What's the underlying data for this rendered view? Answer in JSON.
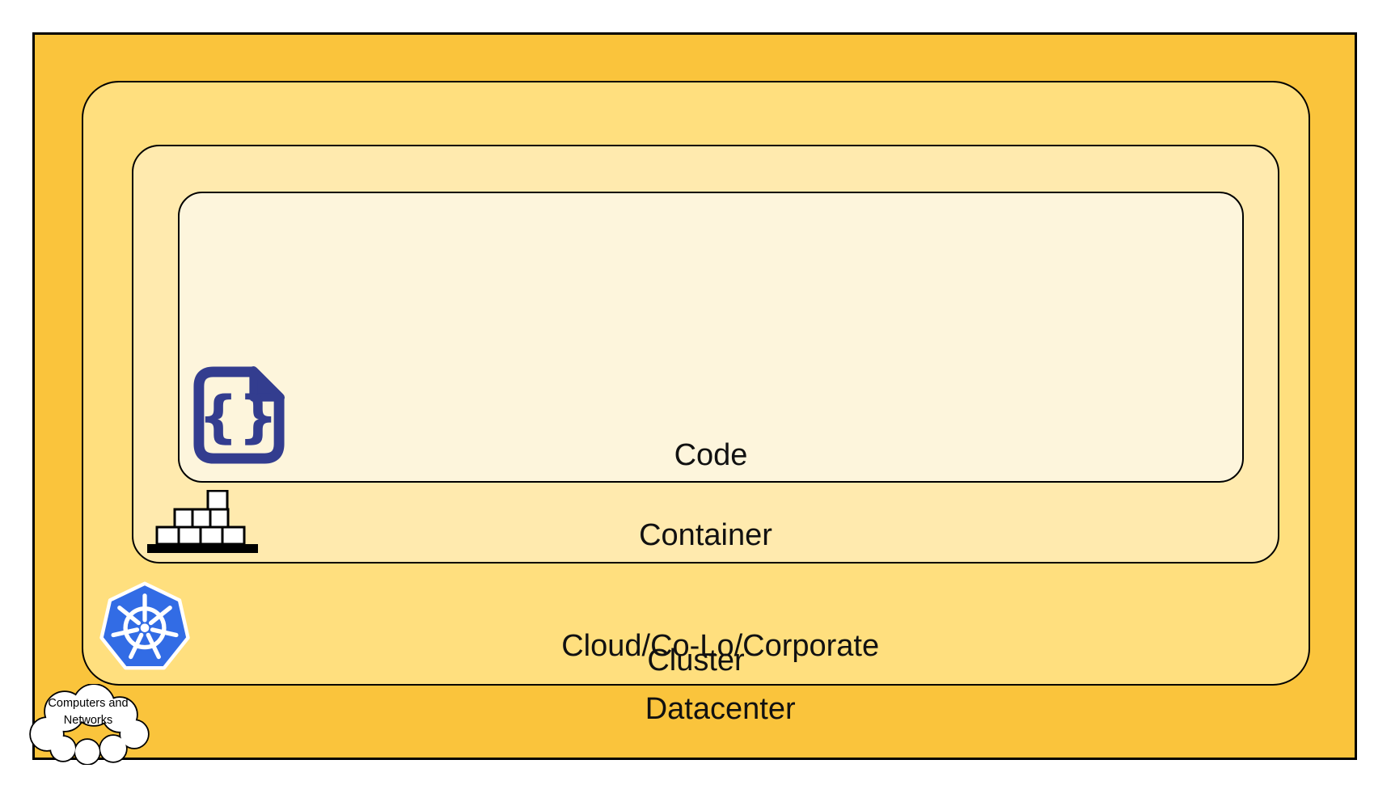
{
  "diagram": {
    "type": "nested-layers",
    "layers": [
      {
        "id": "datacenter",
        "label_lines": [
          "Cloud/Co-Lo/Corporate",
          "Datacenter"
        ],
        "fill": "#FAC43C",
        "icon": "cloud"
      },
      {
        "id": "cluster",
        "label": "Cluster",
        "fill": "#FFDF7E",
        "icon": "kubernetes"
      },
      {
        "id": "container",
        "label": "Container",
        "fill": "#FFEAAE",
        "icon": "container-stack"
      },
      {
        "id": "code",
        "label": "Code",
        "fill": "#FDF5DC",
        "icon": "code-file"
      }
    ],
    "cloud_badge": {
      "lines": [
        "Computers and",
        "Networks"
      ]
    },
    "code_icon_glyph": "{}",
    "colors": {
      "border": "#000000",
      "kubernetes_blue": "#326CE5",
      "code_icon_navy": "#333D8F",
      "icon_box_white": "#FFFFFF",
      "label_text": "#111111",
      "background": "#FFFFFF"
    }
  }
}
